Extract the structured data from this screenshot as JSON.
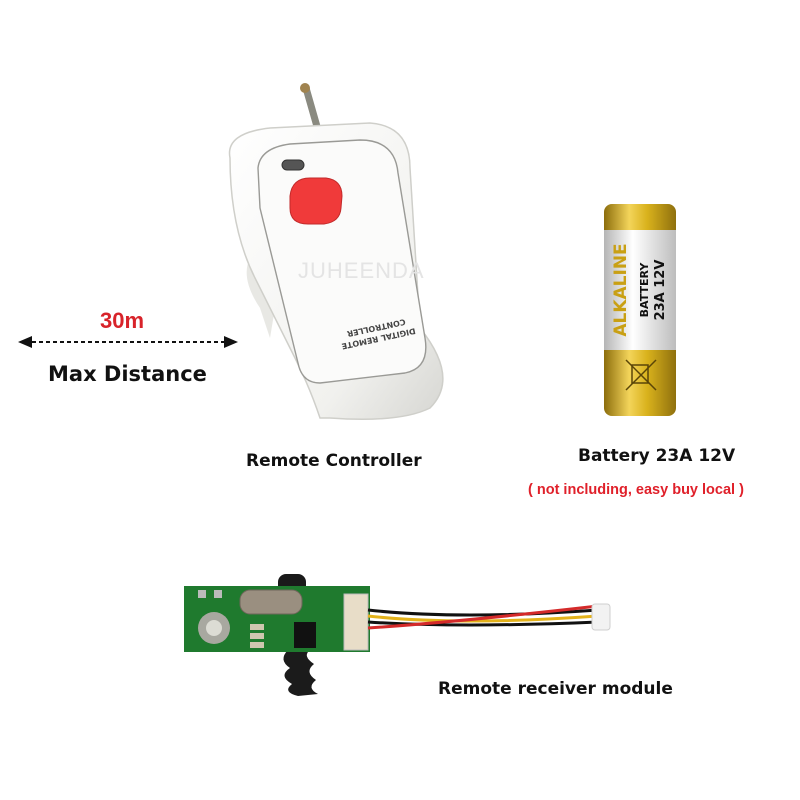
{
  "distance": {
    "value": "30m",
    "label": "Max Distance",
    "arrow_color": "#111111",
    "value_color": "#d8232a"
  },
  "remote": {
    "caption": "Remote Controller",
    "watermark": "JUHEENDA",
    "body_text_line1": "DIGITAL REMOTE",
    "body_text_line2": "CONTROLLER",
    "button_color": "#f03a3a",
    "body_color": "#f7f7f5"
  },
  "battery": {
    "caption": "Battery 23A 12V",
    "note": "( not including, easy buy local )",
    "note_color": "#e0202a",
    "label_brand": "ALKALINE",
    "label_type": "BATTERY",
    "label_spec": "23A 12V",
    "cap_color": "#d9b21c"
  },
  "module": {
    "caption": "Remote receiver module",
    "pcb_color": "#1f7a2e",
    "wire_colors": [
      "#111111",
      "#e3b21b",
      "#111111",
      "#d42a2a"
    ]
  }
}
